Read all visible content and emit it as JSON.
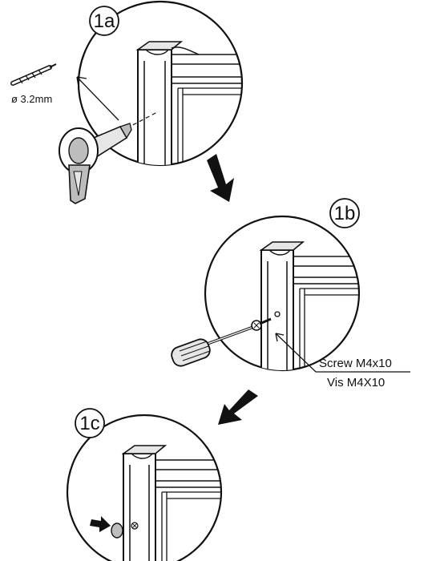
{
  "steps": {
    "a": "1a",
    "b": "1b",
    "c": "1c"
  },
  "drill_bit": {
    "diameter": "ø 3.2mm"
  },
  "screw": {
    "label_en": "Screw M4x10",
    "label_fr": "Vis M4X10"
  },
  "icons": [
    "drill-bit-icon",
    "power-drill-icon",
    "screwdriver-icon",
    "screw-icon",
    "direction-arrow-icon",
    "screw-cap-icon"
  ],
  "colors": {
    "line": "#111111",
    "fill_light": "#e6e6e6",
    "fill_mid": "#bdbdbd"
  }
}
